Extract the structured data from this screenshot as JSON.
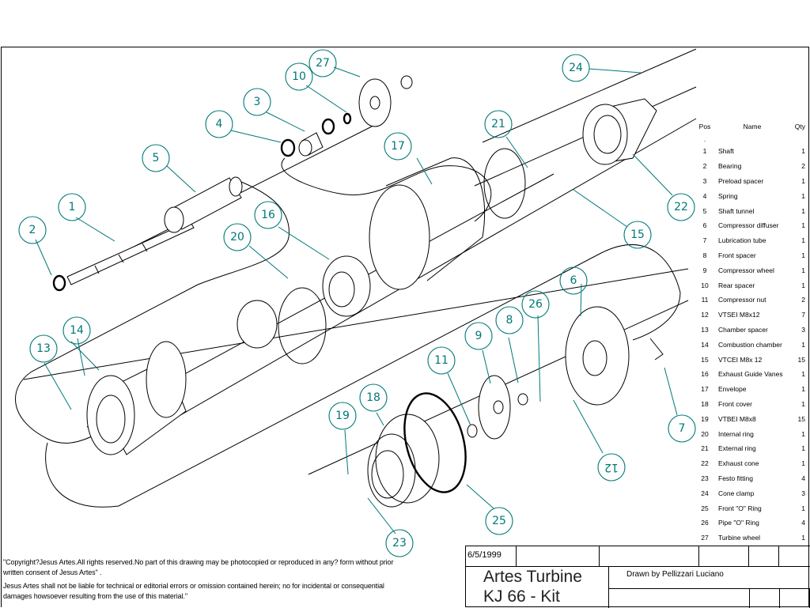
{
  "drawing": {
    "title_line1": "Artes Turbine",
    "title_line2": "KJ 66 - Kit",
    "date": "6/5/1999",
    "drawn_by": "Drawn by  Pellizzari Luciano",
    "balloon_color": "#007878",
    "copyright_line1": "\"Copyright?Jesus Artes.All rights reserved.No part of this drawing may be photocopied or reproduced in any? form without prior written consent of Jesus Artes\" .",
    "copyright_line2": "Jesus Artes shall not be liable for technical or editorial errors or omission contained herein; no for incidental or consequential damages howsoever resulting from the use of this material.\""
  },
  "parts_table": {
    "headers": {
      "pos": "Pos",
      "name": "Name",
      "qty": "Qty"
    },
    "header_marker": ".",
    "rows": [
      {
        "pos": "1",
        "name": "Shaft",
        "qty": "1"
      },
      {
        "pos": "2",
        "name": "Bearing",
        "qty": "2"
      },
      {
        "pos": "3",
        "name": "Preload spacer",
        "qty": "1"
      },
      {
        "pos": "4",
        "name": "Spring",
        "qty": "1"
      },
      {
        "pos": "5",
        "name": "Shaft tunnel",
        "qty": "1"
      },
      {
        "pos": "6",
        "name": "Compressor diffuser",
        "qty": "1"
      },
      {
        "pos": "7",
        "name": "Lubrication tube",
        "qty": "1"
      },
      {
        "pos": "8",
        "name": "Front spacer",
        "qty": "1"
      },
      {
        "pos": "9",
        "name": "Compressor wheel",
        "qty": "1"
      },
      {
        "pos": "10",
        "name": "Rear spacer",
        "qty": "1"
      },
      {
        "pos": "11",
        "name": "Compressor nut",
        "qty": "2"
      },
      {
        "pos": "12",
        "name": "VTSEI M8x12",
        "qty": "7"
      },
      {
        "pos": "13",
        "name": "Chamber spacer",
        "qty": "3"
      },
      {
        "pos": "14",
        "name": "Combustion chamber",
        "qty": "1"
      },
      {
        "pos": "15",
        "name": "VTCEI M8x 12",
        "qty": "15"
      },
      {
        "pos": "16",
        "name": "Exhaust Guide Vanes",
        "qty": "1"
      },
      {
        "pos": "17",
        "name": "Envelope",
        "qty": "1"
      },
      {
        "pos": "18",
        "name": "Front cover",
        "qty": "1"
      },
      {
        "pos": "19",
        "name": "VTBEI M8x8",
        "qty": "15"
      },
      {
        "pos": "20",
        "name": "Internal ring",
        "qty": "1"
      },
      {
        "pos": "21",
        "name": "External ring",
        "qty": "1"
      },
      {
        "pos": "22",
        "name": "Exhaust cone",
        "qty": "1"
      },
      {
        "pos": "23",
        "name": "Festo fitting",
        "qty": "4"
      },
      {
        "pos": "24",
        "name": "Cone clamp",
        "qty": "3"
      },
      {
        "pos": "25",
        "name": "Front \"O\" Ring",
        "qty": "1"
      },
      {
        "pos": "26",
        "name": "Pipe \"O\" Ring",
        "qty": "4"
      },
      {
        "pos": "27",
        "name": "Turbine wheel",
        "qty": "1"
      }
    ]
  },
  "balloons": [
    {
      "label": "1"
    },
    {
      "label": "2"
    },
    {
      "label": "3"
    },
    {
      "label": "4"
    },
    {
      "label": "5"
    },
    {
      "label": "6"
    },
    {
      "label": "7"
    },
    {
      "label": "8"
    },
    {
      "label": "9"
    },
    {
      "label": "10"
    },
    {
      "label": "11"
    },
    {
      "label": "12"
    },
    {
      "label": "13"
    },
    {
      "label": "14"
    },
    {
      "label": "15"
    },
    {
      "label": "16"
    },
    {
      "label": "17"
    },
    {
      "label": "18"
    },
    {
      "label": "19"
    },
    {
      "label": "20"
    },
    {
      "label": "21"
    },
    {
      "label": "22"
    },
    {
      "label": "23"
    },
    {
      "label": "24"
    },
    {
      "label": "25"
    },
    {
      "label": "26"
    },
    {
      "label": "27"
    }
  ]
}
